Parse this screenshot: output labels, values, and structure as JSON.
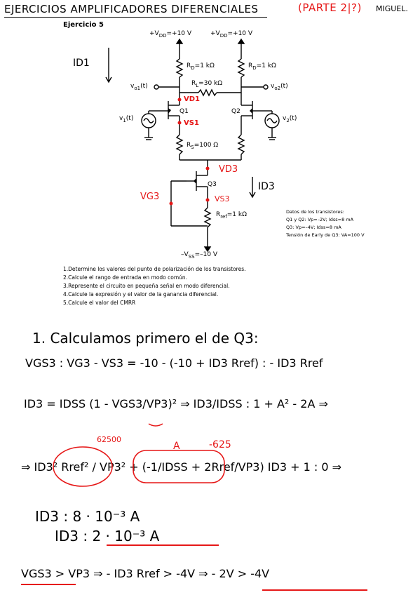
{
  "header": {
    "title": "EJERCICIOS AMPLIFICADORES DIFERENCIALES",
    "part": "(PARTE 2|?)",
    "author": "MIGUEL."
  },
  "exercise": {
    "title": "Ejercicio 5",
    "vdd_left": "+V",
    "vdd_sub": "DD",
    "vdd_val": "=+10 V",
    "rd_left": "R",
    "rd_sub": "D",
    "rd_val": "=1 kΩ",
    "rl": "R",
    "rl_sub": "L",
    "rl_val": "=30 kΩ",
    "vo1": "v",
    "vo1_sub": "o1",
    "vo1_t": "(t)",
    "vo2": "v",
    "vo2_sub": "o2",
    "vo2_t": "(t)",
    "q1": "Q1",
    "q2": "Q2",
    "q3": "Q3",
    "v1": "v",
    "v1_sub": "1",
    "v1_t": "(t)",
    "v2": "v",
    "v2_sub": "2",
    "v2_t": "(t)",
    "rs": "R",
    "rs_sub": "S",
    "rs_val": "=100 Ω",
    "rref": "R",
    "rref_sub": "ref",
    "rref_val": "=1 kΩ",
    "vss": "–V",
    "vss_sub": "SS",
    "vss_val": "=–10 V",
    "data_title": "Datos de los transistores:",
    "data_l1": "Q1 y Q2: Vp=–2V; Idss=8 mA",
    "data_l2": "Q3: Vp=–4V; Idss=8 mA",
    "data_l3": "Tensión de Early de Q3: VA=100 V"
  },
  "questions": [
    "1.Determine los valores del punto de polarización de los transistores.",
    "2.Calcule el rango de entrada en modo común.",
    "3.Represente el circuito en pequeña señal en modo diferencial.",
    "4.Calcule la expresión y el valor de la ganancia diferencial.",
    "5.Calcule el valor del CMRR"
  ],
  "annotations": {
    "id1": "ID1",
    "vd1": "VD1",
    "vs1": "VS1",
    "vd3": "VD3",
    "id3": "ID3",
    "vg3": "VG3",
    "vs3": "VS3"
  },
  "solution": {
    "step": "1. Calculamos primero el de Q3:",
    "eq1": "VGS3 : VG3 - VS3 = -10 - (-10 + ID3 Rref) : - ID3 Rref",
    "eq2": "ID3 = IDSS (1 - VGS3/VP3)² ⇒ ID3/IDSS : 1 + A² - 2A ⇒",
    "ann_62500": "62500",
    "ann_a": "A",
    "ann_m625": "-625",
    "eq3": "⇒ ID3² Rref² / VP3²  +  (-1/IDSS + 2Rref/VP3) ID3 + 1 : 0 ⇒",
    "r1": "ID3 :  8 · 10⁻³      A",
    "r2": "ID3 :  2 · 10⁻³      A",
    "final": "VGS3 > VP3 ⇒ - ID3 Rref > -4V ⇒  - 2V  > -4V"
  }
}
